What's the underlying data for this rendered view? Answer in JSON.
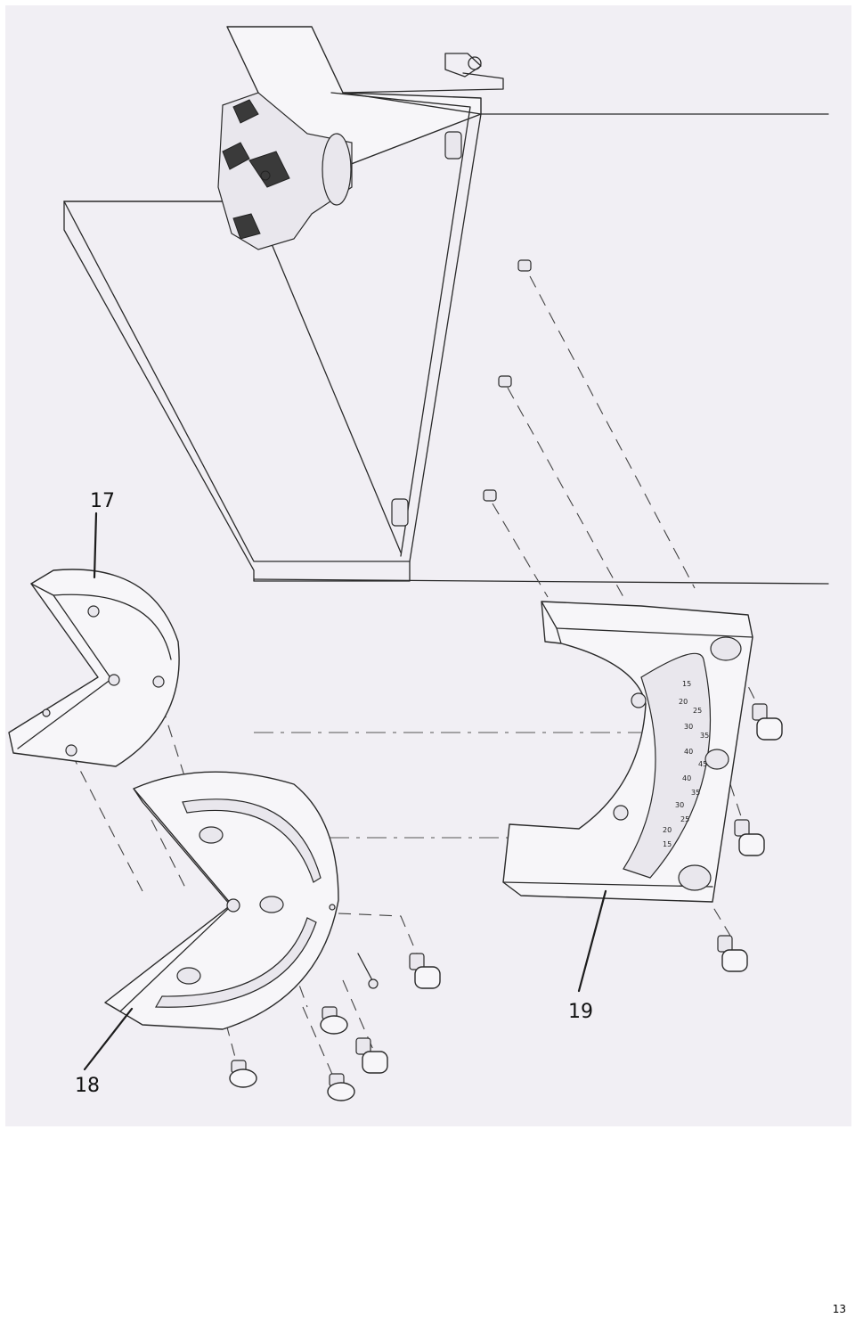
{
  "callouts": {
    "part_17": "17",
    "part_18": "18",
    "part_19": "19"
  },
  "scale_marks": [
    "15",
    "20",
    "25",
    "30",
    "35",
    "40",
    "45",
    "40",
    "35",
    "30",
    "25",
    "20",
    "15"
  ],
  "page_number": "13"
}
